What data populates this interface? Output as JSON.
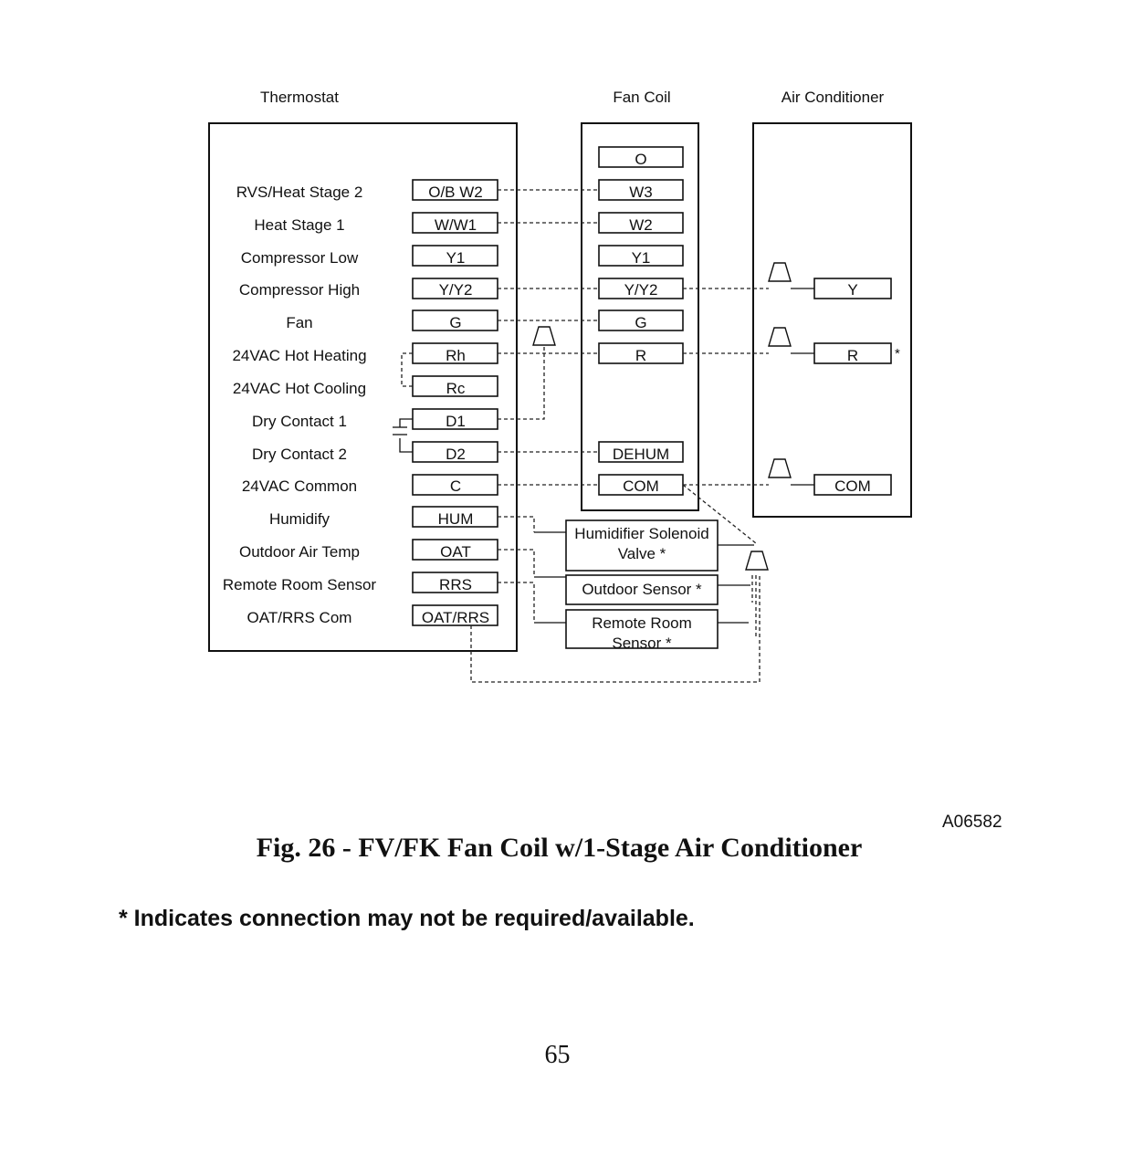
{
  "headers": {
    "thermostat": "Thermostat",
    "fan_coil": "Fan Coil",
    "air_conditioner": "Air Conditioner"
  },
  "thermostat_labels": [
    "RVS/Heat Stage 2",
    "Heat Stage 1",
    "Compressor Low",
    "Compressor High",
    "Fan",
    "24VAC Hot Heating",
    "24VAC Hot Cooling",
    "Dry Contact 1",
    "Dry Contact 2",
    "24VAC Common",
    "Humidify",
    "Outdoor Air Temp",
    "Remote Room Sensor",
    "OAT/RRS Com"
  ],
  "thermostat_terminals": [
    "O/B W2",
    "W/W1",
    "Y1",
    "Y/Y2",
    "G",
    "Rh",
    "Rc",
    "D1",
    "D2",
    "C",
    "HUM",
    "OAT",
    "RRS",
    "OAT/RRS"
  ],
  "fan_coil_terminals": [
    "O",
    "W3",
    "W2",
    "Y1",
    "Y/Y2",
    "G",
    "R",
    "DEHUM",
    "COM"
  ],
  "ac_terminals": [
    "Y",
    "R",
    "COM"
  ],
  "ac_r_asterisk": "*",
  "accessories": {
    "humidifier_line1": "Humidifier Solenoid",
    "humidifier_line2": "Valve *",
    "outdoor_sensor": "Outdoor Sensor *",
    "remote_line1": "Remote Room",
    "remote_line2": "Sensor *"
  },
  "figure_code": "A06582",
  "caption": "Fig. 26 - FV/FK Fan Coil w/1-Stage Air Conditioner",
  "note": "* Indicates connection may not be required/available.",
  "page_number": "65"
}
